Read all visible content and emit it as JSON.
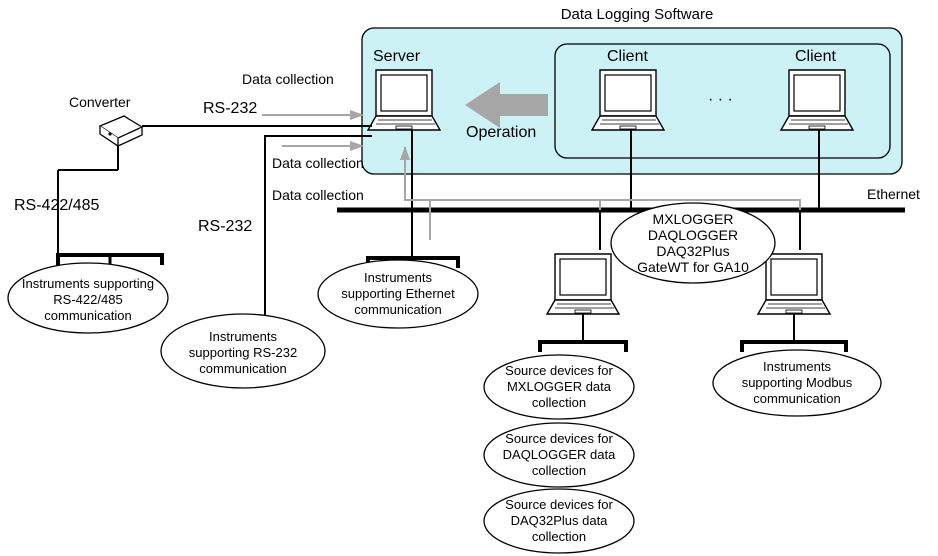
{
  "title": "Data Logging Software",
  "pcs": {
    "server": "Server",
    "client1": "Client",
    "client2": "Client",
    "ellipsis": "· · ·"
  },
  "labels": {
    "operation": "Operation",
    "ethernet": "Ethernet",
    "converter": "Converter",
    "rs232_top": "RS-232",
    "rs232_left": "RS-232",
    "rs422": "RS-422/485",
    "dc1": "Data collection",
    "dc2": "Data collection",
    "dc3": "Data collection"
  },
  "software_bubble": [
    "MXLOGGER",
    "DAQLOGGER",
    "DAQ32Plus",
    "GateWT for GA10"
  ],
  "devices": {
    "rs422": [
      "Instruments supporting",
      "RS-422/485",
      "communication"
    ],
    "rs232": [
      "Instruments",
      "supporting RS-232",
      "communication"
    ],
    "ethernet": [
      "Instruments",
      "supporting Ethernet",
      "communication"
    ],
    "mxlogger": [
      "Source devices for",
      "MXLOGGER data",
      "collection"
    ],
    "daqlogger": [
      "Source devices for",
      "DAQLOGGER data",
      "collection"
    ],
    "daq32": [
      "Source devices for",
      "DAQ32Plus data",
      "collection"
    ],
    "modbus": [
      "Instruments",
      "supporting Modbus",
      "communication"
    ]
  },
  "colors": {
    "software_box": "#ccf2f5",
    "arrow_gray": "#a6a6a6",
    "line": "#000000"
  }
}
